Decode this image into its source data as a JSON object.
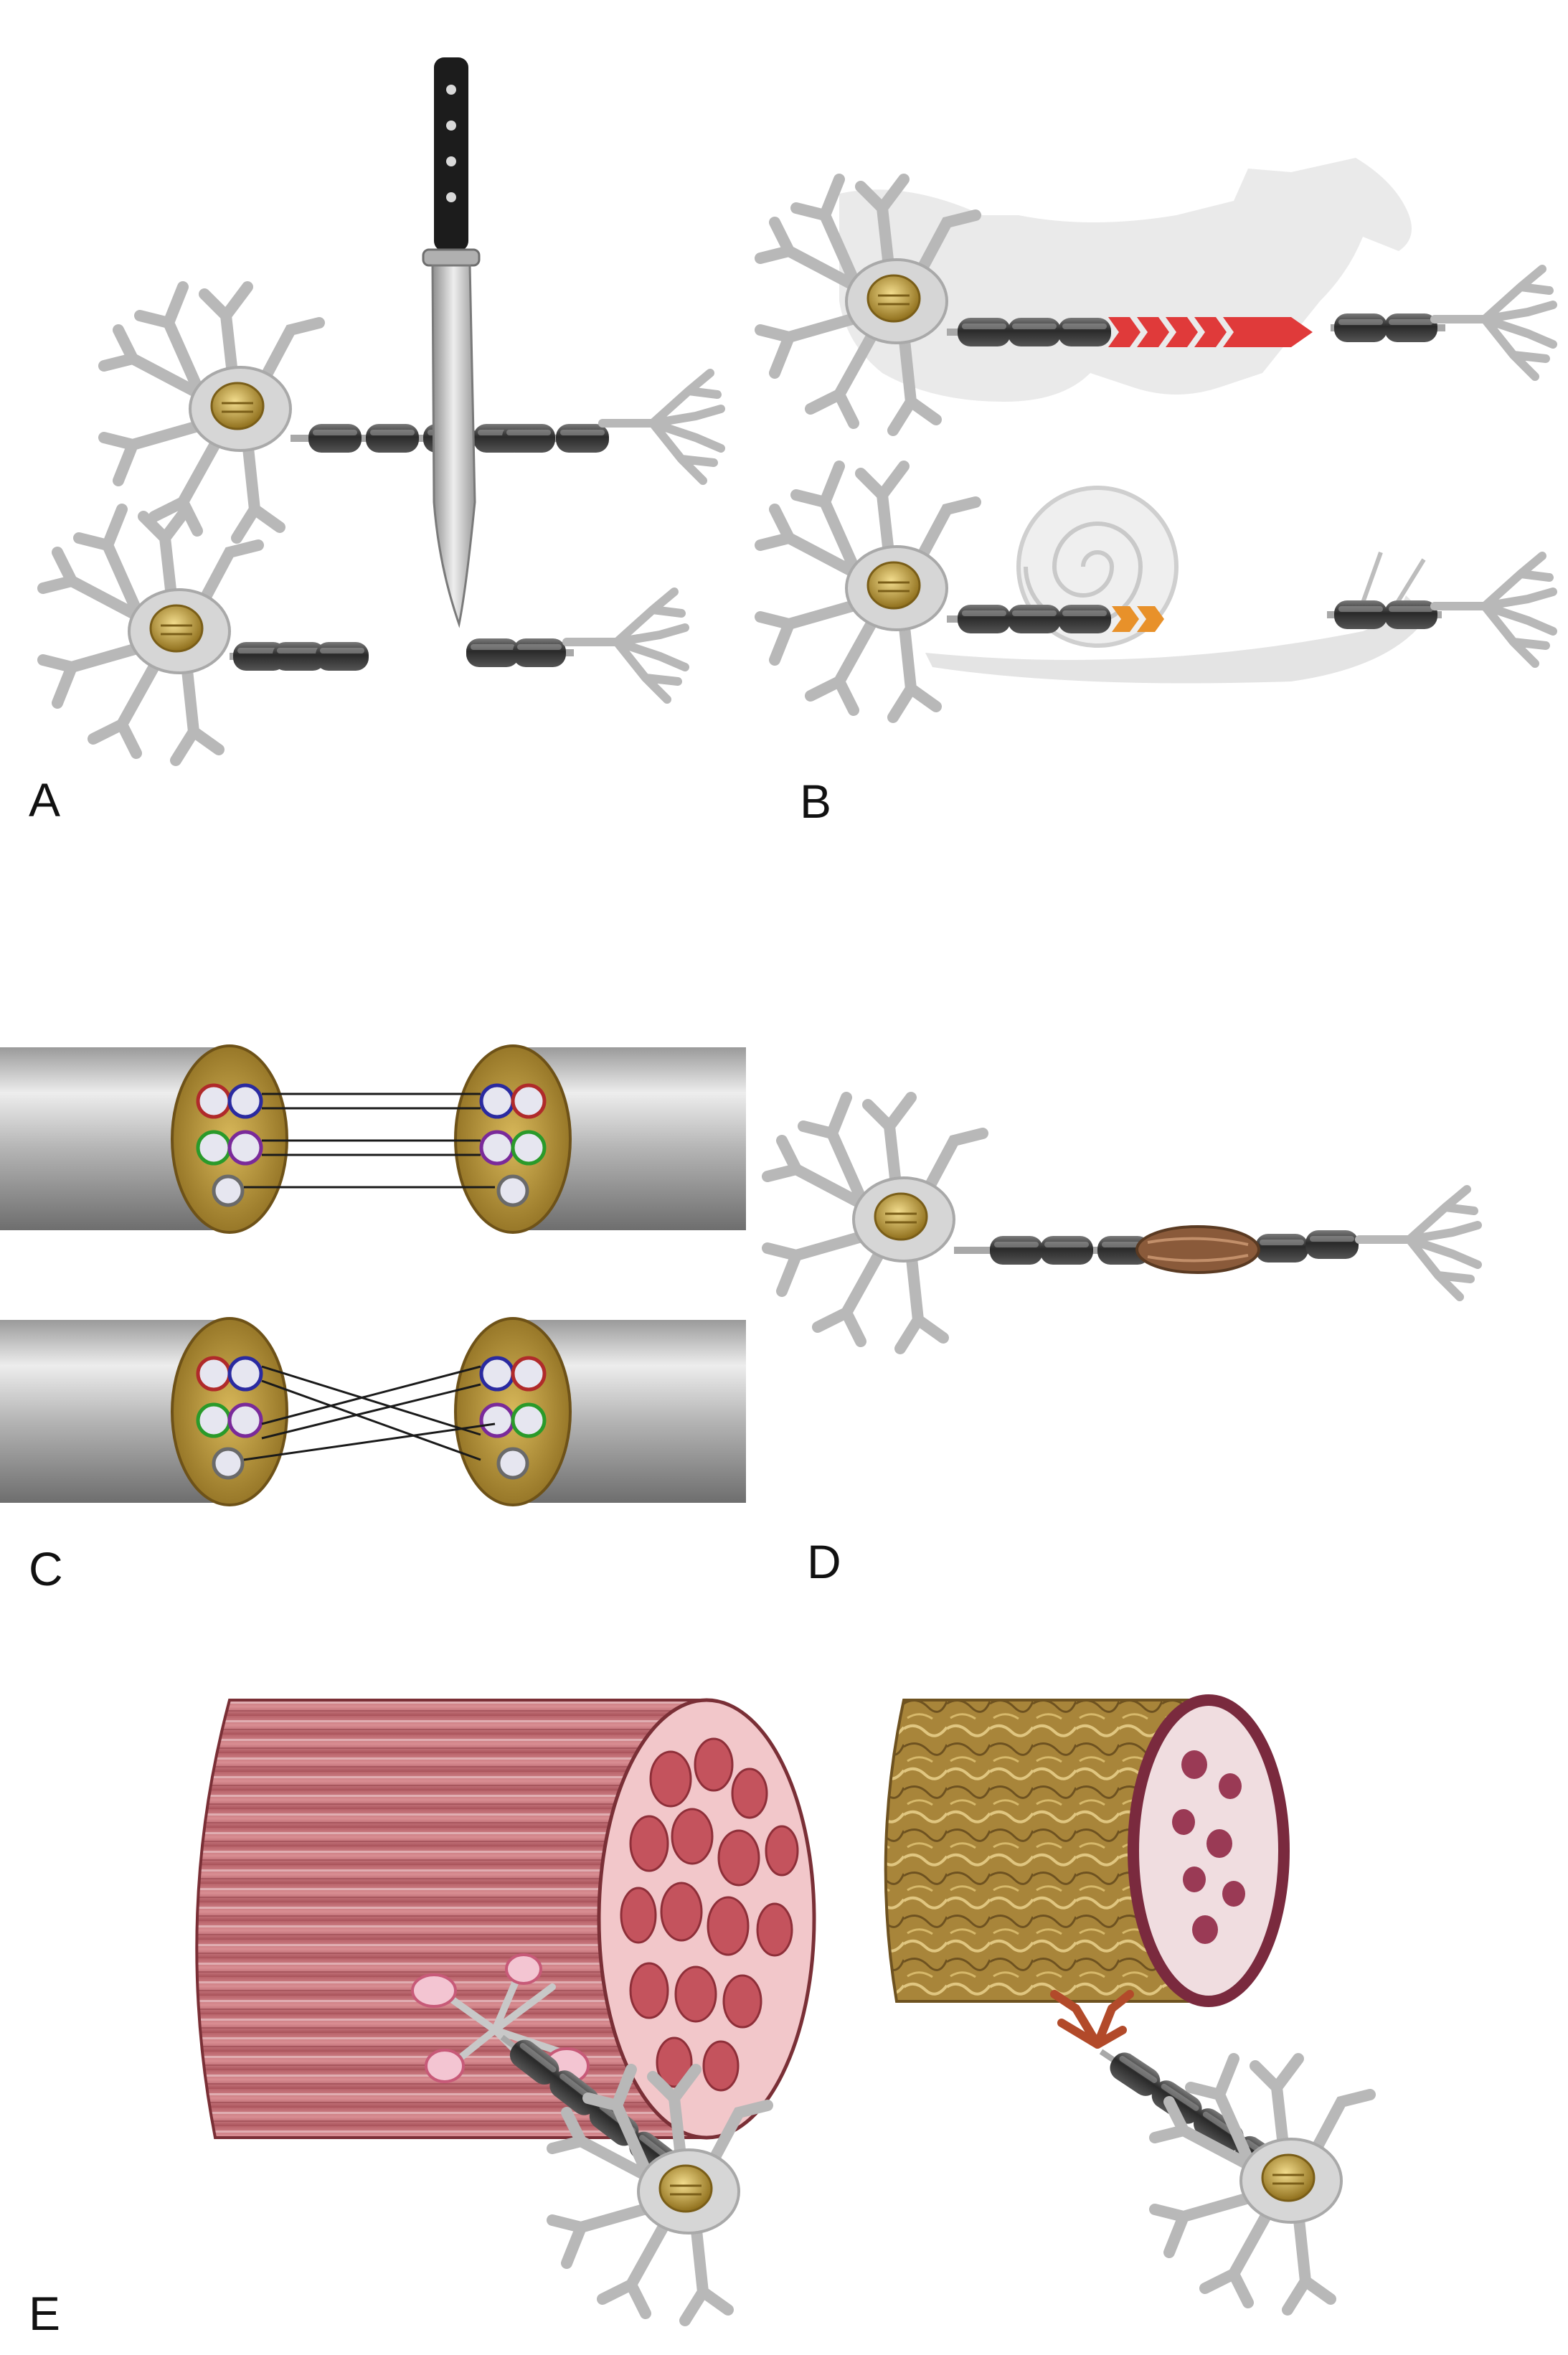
{
  "panels": [
    {
      "id": "A",
      "label": "A"
    },
    {
      "id": "B",
      "label": "B"
    },
    {
      "id": "C",
      "label": "C"
    },
    {
      "id": "D",
      "label": "D"
    },
    {
      "id": "E",
      "label": "E"
    }
  ],
  "colors": {
    "neuron_gray": "#c9c9c9",
    "nucleus_gold": "#c8a84a",
    "myelin_dark": "#3a3a3a",
    "knife_steel": "#b9b9b9",
    "fast_arrow": "#e03a3a",
    "slow_arrow": "#e8912a",
    "fascicle_gold": "#b08a2e",
    "muscle_pink": "#c9646b",
    "sensory_target": "#a0785a",
    "terminal_red": "#b24a2a"
  },
  "icons": {
    "A": "knife-icon",
    "B_fast": "horse-icon",
    "B_slow": "snail-icon"
  }
}
